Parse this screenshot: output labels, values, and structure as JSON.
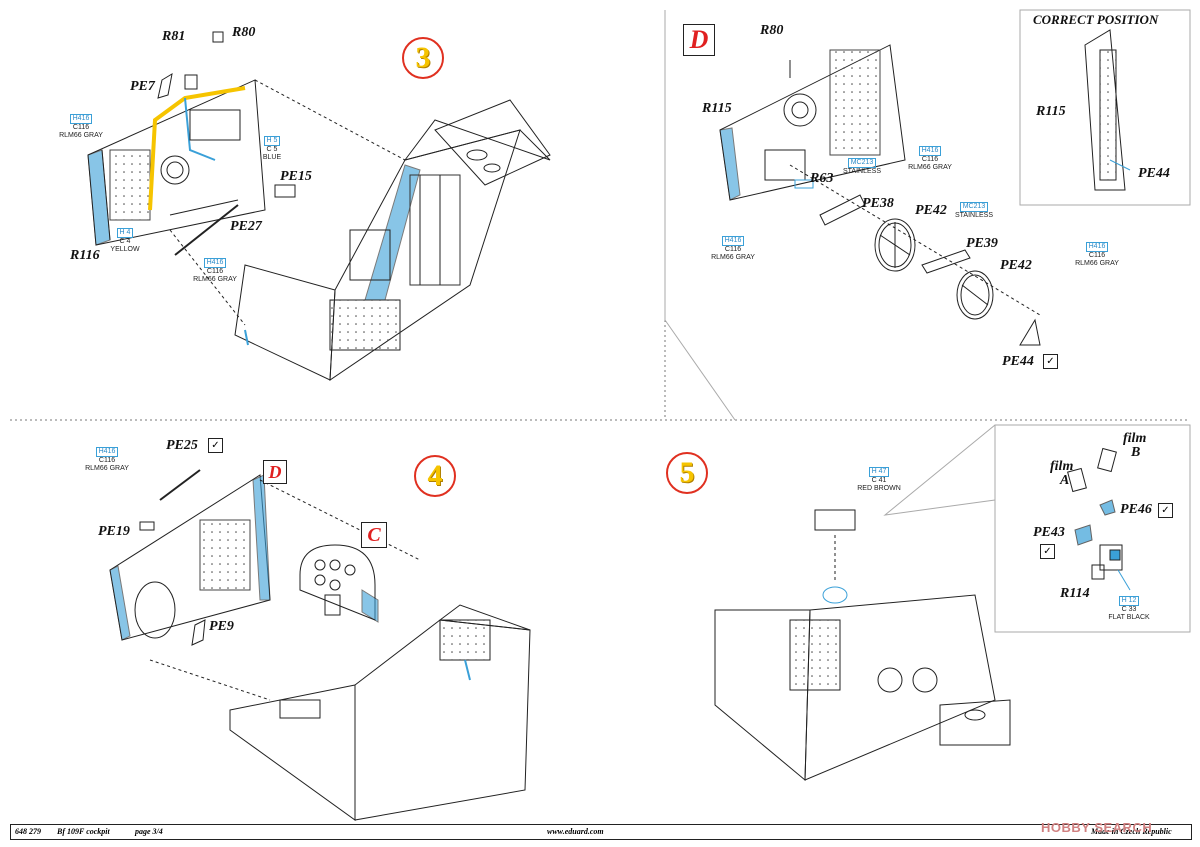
{
  "steps": {
    "step3": "3",
    "step4": "4",
    "step5": "5",
    "subD_top": "D",
    "subD_mid": "D",
    "subC": "C"
  },
  "correct_position": "CORRECT POSITION",
  "parts": {
    "r81": "R81",
    "r80_a": "R80",
    "pe7": "PE7",
    "pe15": "PE15",
    "pe27": "PE27",
    "r116": "R116",
    "r80_b": "R80",
    "r115_a": "R115",
    "r63": "R63",
    "pe38": "PE38",
    "pe42_a": "PE42",
    "pe39": "PE39",
    "pe42_b": "PE42",
    "pe44_a": "PE44",
    "r115_b": "R115",
    "pe44_b": "PE44",
    "pe25": "PE25",
    "pe19": "PE19",
    "pe9": "PE9",
    "film_a_1": "film",
    "film_a_2": "A",
    "film_b_1": "film",
    "film_b_2": "B",
    "pe46": "PE46",
    "pe43": "PE43",
    "r114": "R114"
  },
  "checkmark": "✓",
  "colors": {
    "c1": {
      "h": "H416",
      "c": "C116",
      "name": "RLM66 GRAY"
    },
    "c2": {
      "h": "H 5",
      "c": "C 5",
      "name": "BLUE"
    },
    "c3": {
      "h": "H 4",
      "c": "C 4",
      "name": "YELLOW"
    },
    "c4": {
      "h": "H416",
      "c": "C116",
      "name": "RLM66 GRAY"
    },
    "c5": {
      "h": "MC213",
      "c": "",
      "name": "STAINLESS"
    },
    "c6": {
      "h": "H416",
      "c": "C116",
      "name": "RLM66 GRAY"
    },
    "c7": {
      "h": "MC213",
      "c": "",
      "name": "STAINLESS"
    },
    "c8": {
      "h": "H416",
      "c": "C116",
      "name": "RLM66 GRAY"
    },
    "c9": {
      "h": "H416",
      "c": "C116",
      "name": "RLM66 GRAY"
    },
    "c10": {
      "h": "H416",
      "c": "C116",
      "name": "RLM66 GRAY"
    },
    "c11": {
      "h": "H 47",
      "c": "C 41",
      "name": "RED BROWN"
    },
    "c12": {
      "h": "H 12",
      "c": "C 33",
      "name": "FLAT BLACK"
    }
  },
  "footer": {
    "code": "648 279",
    "title": "Bf 109F cockpit",
    "page": "page 3/4",
    "url": "www.eduard.com",
    "made": "Made in Czech Republic"
  },
  "watermark": "HOBBY SEARCH",
  "palette": {
    "blue": "#3aa0d8",
    "yellow": "#f6c400",
    "red": "#e03020",
    "line": "#222222"
  }
}
